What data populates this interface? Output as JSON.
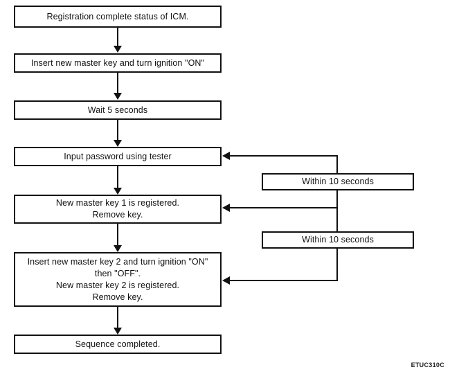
{
  "figure": {
    "code": "ETUC310C",
    "colors": {
      "background": "#ffffff",
      "stroke": "#111111",
      "text": "#111111"
    }
  },
  "flowchart": {
    "type": "flowchart",
    "orientation": "top-to-bottom",
    "main_steps": [
      {
        "id": "step1",
        "lines": [
          "Registration complete status of ICM."
        ]
      },
      {
        "id": "step2",
        "lines": [
          "Insert new master key and turn ignition \"ON\""
        ]
      },
      {
        "id": "step3",
        "lines": [
          "Wait 5 seconds"
        ]
      },
      {
        "id": "step4",
        "lines": [
          "Input password using tester"
        ]
      },
      {
        "id": "step5",
        "lines": [
          "New master key 1 is registered.",
          "Remove key."
        ]
      },
      {
        "id": "step6",
        "lines": [
          "Insert new master key 2 and turn ignition \"ON\"",
          "then \"OFF\".",
          "New master key 2 is registered.",
          "Remove key."
        ]
      },
      {
        "id": "step7",
        "lines": [
          "Sequence completed."
        ]
      }
    ],
    "side_notes": [
      {
        "id": "note1",
        "lines": [
          "Within 10 seconds"
        ]
      },
      {
        "id": "note2",
        "lines": [
          "Within 10 seconds"
        ]
      }
    ]
  }
}
